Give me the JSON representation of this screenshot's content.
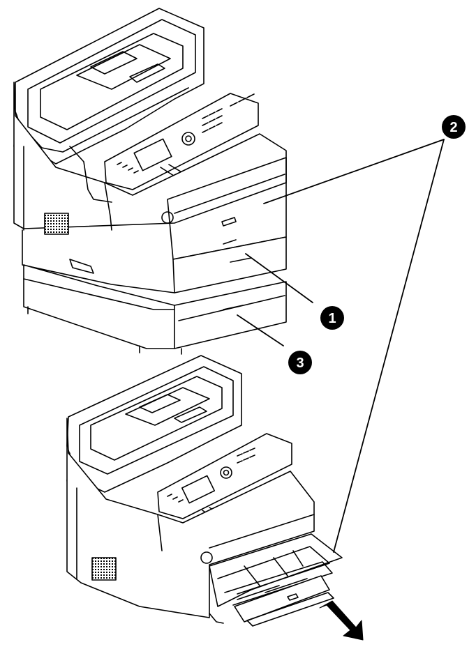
{
  "callouts": {
    "c1": "1",
    "c2": "2",
    "c3": "3"
  },
  "colors": {
    "line": "#000000",
    "paper": "#ffffff",
    "badge": "#000000",
    "badge_text": "#ffffff"
  },
  "icons": {
    "arrow": "pull-out-arrow-icon",
    "vent": "vent-grille-icon"
  }
}
